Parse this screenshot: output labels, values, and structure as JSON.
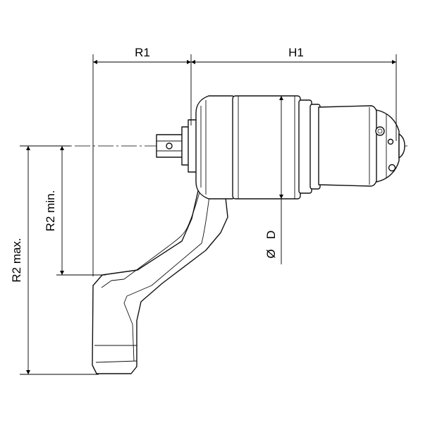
{
  "dimensions": {
    "r1": "R1",
    "h1": "H1",
    "r2_min": "R2 min.",
    "r2_max": "R2 max.",
    "diameter_symbol": "Ø",
    "diameter": "D"
  },
  "colors": {
    "line": "#000000",
    "outline": "#111111",
    "background": "#ffffff"
  }
}
